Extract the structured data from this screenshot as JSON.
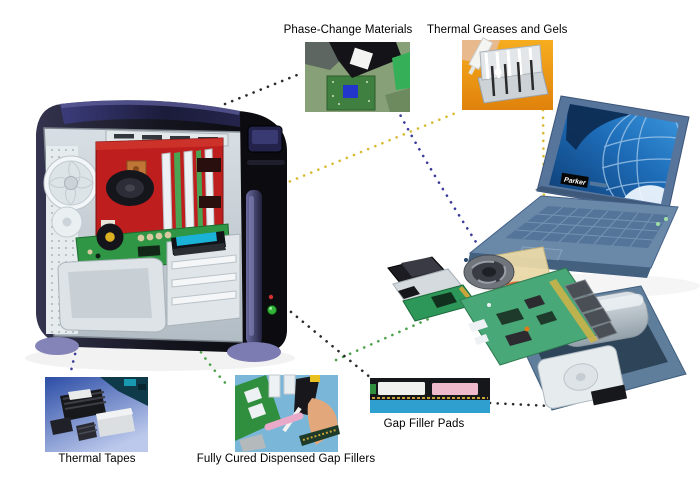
{
  "page": {
    "background": "#ffffff"
  },
  "callouts": {
    "phase_change_materials": {
      "label": "Phase-Change Materials"
    },
    "thermal_greases_gels": {
      "label": "Thermal Greases and Gels"
    },
    "thermal_tapes": {
      "label": "Thermal Tapes"
    },
    "fully_cured_dispensed_gap_fillers": {
      "label": "Fully Cured Dispensed Gap Fillers"
    },
    "gap_filler_pads": {
      "label": "Gap Filler Pads"
    }
  },
  "laptop": {
    "logo": "Parker"
  },
  "connectors": [
    {
      "from": "desktop-tower-top",
      "to": "phase-change-photo",
      "color": "#2b2b2b"
    },
    {
      "from": "phase-change-photo",
      "to": "exploded-cooling-fan",
      "color": "#3b3b99"
    },
    {
      "from": "desktop-tower-cpu",
      "to": "thermal-greases-photo",
      "color": "#d8bb34"
    },
    {
      "from": "thermal-greases-photo",
      "to": "exploded-motherboard",
      "color": "#d8bb34"
    },
    {
      "from": "desktop-tower-interior",
      "to": "thermal-tapes-photo",
      "color": "#3b3b99"
    },
    {
      "from": "desktop-tower-motherboard",
      "to": "gap-fillers-photo",
      "color": "#4aa34a"
    },
    {
      "from": "gap-fillers-photo",
      "to": "exploded-pcmcia-card",
      "color": "#4aa34a"
    },
    {
      "from": "desktop-tower-front",
      "to": "gap-filler-pads-photo",
      "color": "#2b2b2b"
    },
    {
      "from": "gap-filler-pads-photo",
      "to": "laptop-base",
      "color": "#2b2b2b"
    }
  ]
}
